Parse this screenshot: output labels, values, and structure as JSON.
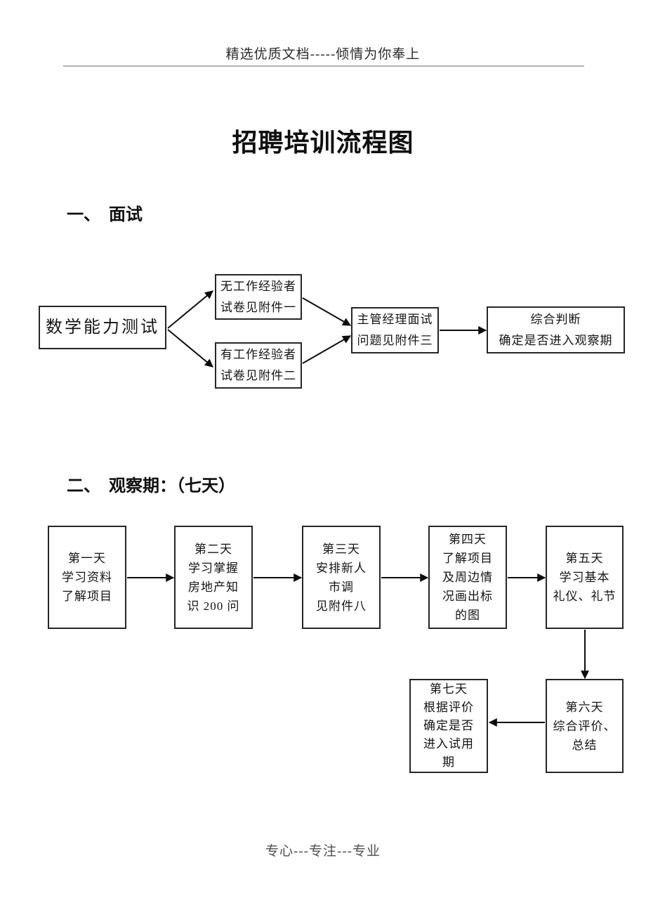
{
  "page": {
    "header": "精选优质文档-----倾情为你奉上",
    "title": "招聘培训流程图",
    "footer": "专心---专注---专业"
  },
  "sections": [
    {
      "heading": "一、　面试"
    },
    {
      "heading": "二、　观察期：（七天）"
    }
  ],
  "flowchart_interview": {
    "nodes": {
      "math_test": "数学能力测试",
      "no_experience": "无工作经验者\n试卷见附件一",
      "experienced": "有工作经验者\n试卷见附件二",
      "manager_interview": "主管经理面试\n问题见附件三",
      "judgement": "综合判断\n确定是否进入观察期"
    }
  },
  "flowchart_observation": {
    "nodes": {
      "day1": "第一天\n学习资料\n了解项目",
      "day2": "第二天\n学习掌握\n房地产知\n识 200 问",
      "day3": "第三天\n安排新人\n市调\n见附件八",
      "day4": "第四天\n了解项目\n及周边情\n况画出标\n的图",
      "day5": "第五天\n学习基本\n礼仪、礼节",
      "day6": "第六天\n综合评价、\n总结",
      "day7": "第七天\n根据评价\n确定是否\n进入试用\n期"
    }
  }
}
